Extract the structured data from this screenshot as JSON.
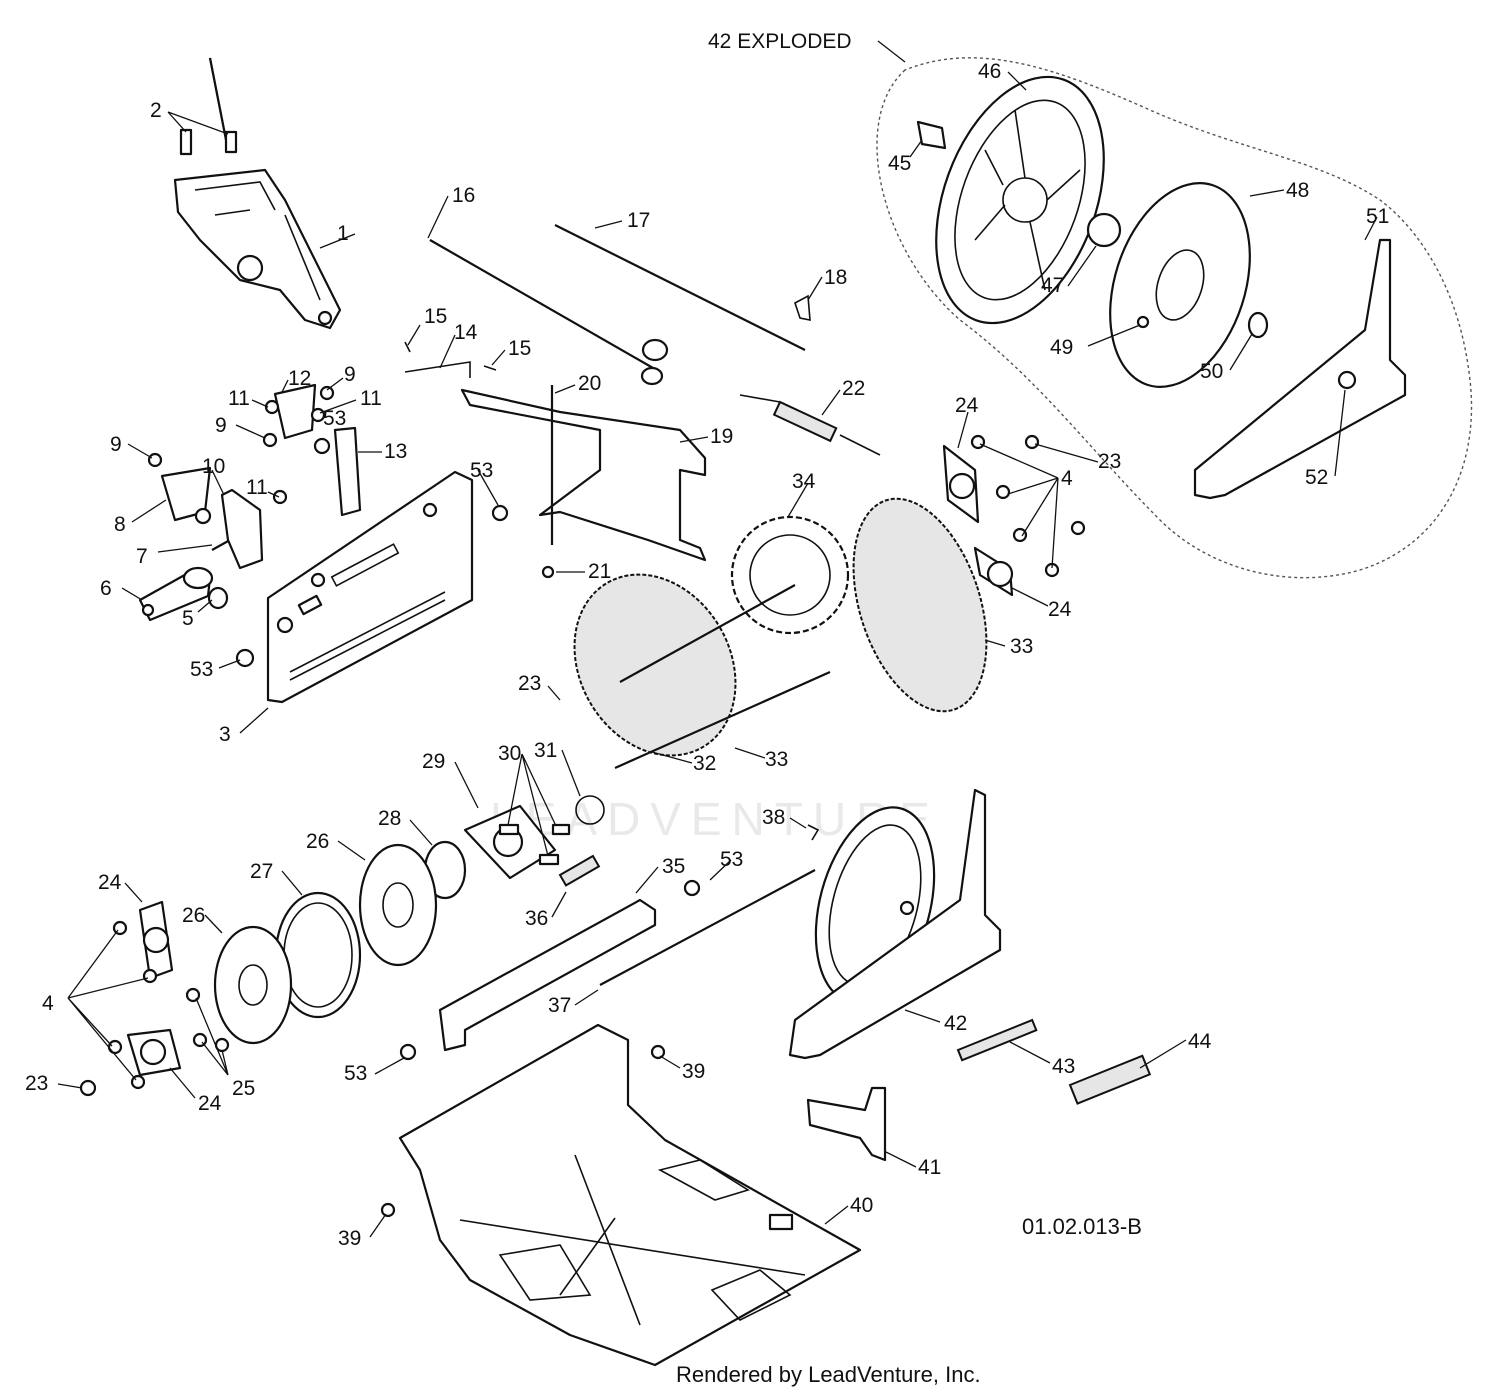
{
  "callouts": [
    {
      "n": "1"
    },
    {
      "n": "2"
    },
    {
      "n": "3"
    },
    {
      "n": "4"
    },
    {
      "n": "4"
    },
    {
      "n": "5"
    },
    {
      "n": "6"
    },
    {
      "n": "7"
    },
    {
      "n": "8"
    },
    {
      "n": "9"
    },
    {
      "n": "9"
    },
    {
      "n": "9"
    },
    {
      "n": "10"
    },
    {
      "n": "11"
    },
    {
      "n": "11"
    },
    {
      "n": "11"
    },
    {
      "n": "12"
    },
    {
      "n": "13"
    },
    {
      "n": "14"
    },
    {
      "n": "15"
    },
    {
      "n": "15"
    },
    {
      "n": "16"
    },
    {
      "n": "17"
    },
    {
      "n": "18"
    },
    {
      "n": "19"
    },
    {
      "n": "20"
    },
    {
      "n": "21"
    },
    {
      "n": "22"
    },
    {
      "n": "23"
    },
    {
      "n": "23"
    },
    {
      "n": "23"
    },
    {
      "n": "24"
    },
    {
      "n": "24"
    },
    {
      "n": "24"
    },
    {
      "n": "24"
    },
    {
      "n": "25"
    },
    {
      "n": "26"
    },
    {
      "n": "26"
    },
    {
      "n": "27"
    },
    {
      "n": "28"
    },
    {
      "n": "29"
    },
    {
      "n": "30"
    },
    {
      "n": "31"
    },
    {
      "n": "32"
    },
    {
      "n": "33"
    },
    {
      "n": "33"
    },
    {
      "n": "34"
    },
    {
      "n": "35"
    },
    {
      "n": "36"
    },
    {
      "n": "37"
    },
    {
      "n": "38"
    },
    {
      "n": "39"
    },
    {
      "n": "39"
    },
    {
      "n": "40"
    },
    {
      "n": "41"
    },
    {
      "n": "42"
    },
    {
      "n": "43"
    },
    {
      "n": "44"
    },
    {
      "n": "45"
    },
    {
      "n": "46"
    },
    {
      "n": "47"
    },
    {
      "n": "48"
    },
    {
      "n": "49"
    },
    {
      "n": "50"
    },
    {
      "n": "51"
    },
    {
      "n": "52"
    },
    {
      "n": "53"
    },
    {
      "n": "53"
    },
    {
      "n": "53"
    },
    {
      "n": "53"
    },
    {
      "n": "53"
    }
  ],
  "exploded_label": "42 EXPLODED",
  "drawing_code": "01.02.013-B",
  "credit": "Rendered by LeadVenture, Inc.",
  "watermark": "LEADVENTURE"
}
